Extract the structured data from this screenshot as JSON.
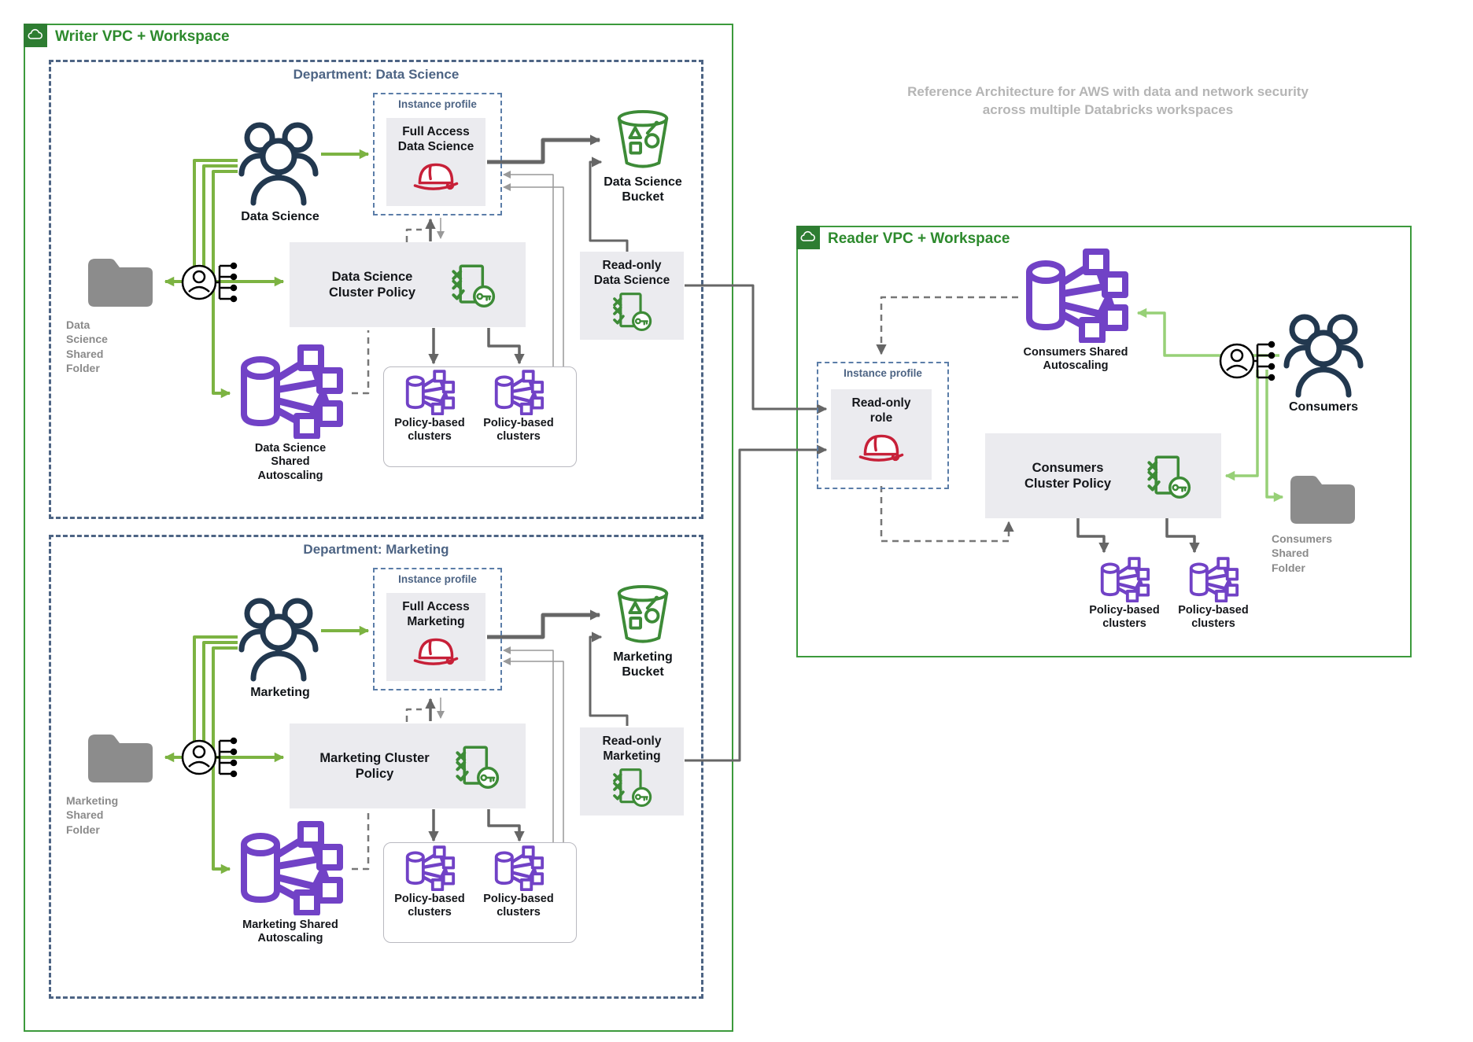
{
  "title": {
    "line1": "Reference Architecture for AWS with data and network security",
    "line2": "across multiple Databricks workspaces"
  },
  "writer": {
    "label": "Writer VPC + Workspace",
    "data_science": {
      "dept_label": "Department: Data Science",
      "users_label": "Data Science",
      "instance_profile_label": "Instance profile",
      "full_access_label": "Full Access Data Science",
      "bucket_label": "Data Science Bucket",
      "read_only_label": "Read-only Data Science",
      "cluster_policy_label": "Data Science Cluster Policy",
      "folder_label": "Data Science Shared Folder",
      "autoscaling_label": "Data Science Shared Autoscaling",
      "policy_clusters_1_label": "Policy-based clusters",
      "policy_clusters_2_label": "Policy-based clusters"
    },
    "marketing": {
      "dept_label": "Department: Marketing",
      "users_label": "Marketing",
      "instance_profile_label": "Instance profile",
      "full_access_label": "Full Access Marketing",
      "bucket_label": "Marketing Bucket",
      "read_only_label": "Read-only Marketing",
      "cluster_policy_label": "Marketing Cluster Policy",
      "folder_label": "Marketing Shared Folder",
      "autoscaling_label": "Marketing Shared Autoscaling",
      "policy_clusters_1_label": "Policy-based clusters",
      "policy_clusters_2_label": "Policy-based clusters"
    }
  },
  "reader": {
    "label": "Reader VPC + Workspace",
    "instance_profile_label": "Instance profile",
    "read_only_role_label": "Read-only role",
    "autoscaling_label": "Consumers Shared Autoscaling",
    "cluster_policy_label": "Consumers Cluster Policy",
    "users_label": "Consumers",
    "folder_label": "Consumers Shared Folder",
    "policy_clusters_1_label": "Policy-based clusters",
    "policy_clusters_2_label": "Policy-based clusters"
  },
  "colors": {
    "vpc_border_green": "#3c9a3c",
    "vpc_label_green": "#2d8a2d",
    "badge_green": "#2e7d32",
    "icon_green": "#3d8b37",
    "arrow_green": "#7cb342",
    "arrow_green_light": "#97d077",
    "arrow_gray": "#666666",
    "purple": "#7142c6",
    "navy": "#22384f",
    "helmet_red": "#c72038",
    "node_gray": "#ebebef",
    "slate": "#4d6484",
    "folder_gray": "#8c8c8c",
    "title_gray": "#b5b5b5"
  }
}
